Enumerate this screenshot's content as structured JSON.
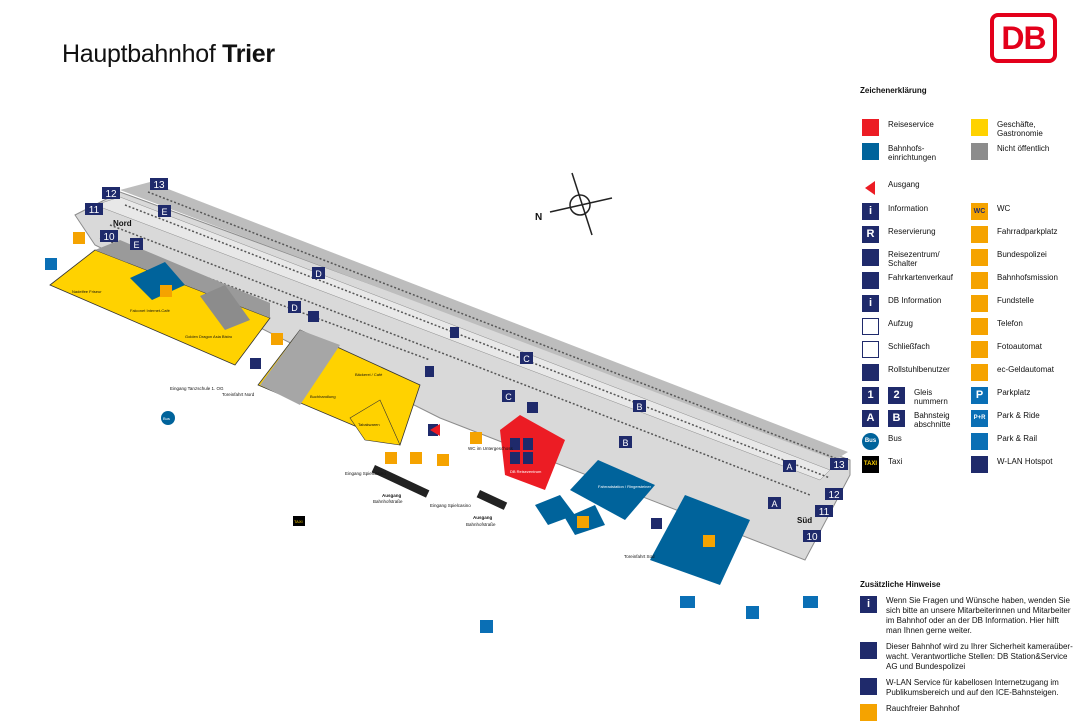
{
  "title": {
    "prefix": "Hauptbahnhof",
    "city": "Trier"
  },
  "logo": {
    "text": "DB"
  },
  "map": {
    "compass_label": "N",
    "direction_north": "Nord",
    "direction_south": "Süd",
    "tracks": [
      "13",
      "12",
      "11",
      "10"
    ],
    "platform_sections": [
      "E",
      "E",
      "D",
      "D",
      "C",
      "C",
      "B",
      "B",
      "A",
      "A"
    ],
    "shops": {
      "nadelfee": "Nadelfee Friseur",
      "internet_cafe": "Falconet Internet-Café",
      "golden_dragon": "Golden Dragon Asia Bistro",
      "baeckerei": "Bäckerei / Café",
      "buchhandlung": "Buchhandlung",
      "tabakwaren": "Tabakwaren"
    },
    "labels": {
      "eingang_tanzschule": "Eingang Tanzschule 1. OG",
      "torein_nord": "Toreinfahrt Nord",
      "eingang_spielcasino_1": "Eingang Spielcasino",
      "ausgang_1_title": "Ausgang",
      "ausgang_1_sub": "Bahnhofstraße",
      "eingang_spielcasino_2": "Eingang Spielcasino",
      "ausgang_2_title": "Ausgang",
      "ausgang_2_sub": "Bahnhofstraße",
      "wc_label": "WC im Untergeschoss",
      "reisezentrum": "DB Reisezentrum",
      "fahrradstation": "Fahrradstation / Ringersteiner",
      "torein_sued": "Toreinfahrt Süd",
      "bus": "Bus",
      "taxi": "TAXI"
    },
    "colors": {
      "yellow": "#ffd200",
      "teal": "#00639b",
      "red": "#ec1c24",
      "grey": "#8c8c8c",
      "floor": "#d9d9d9",
      "navy": "#1f2a6b"
    }
  },
  "legend": {
    "title": "Zeichenerklärung",
    "categories": [
      {
        "label": "Reiseservice",
        "color": "#ec1c24"
      },
      {
        "label": "Geschäfte, Gastronomie",
        "color": "#ffd200"
      },
      {
        "label": "Bahnhofs- einrichtungen",
        "color": "#00639b"
      },
      {
        "label": "Nicht öffentlich",
        "color": "#8c8c8c"
      }
    ],
    "ausgang": "Ausgang",
    "left_items": [
      {
        "icon": "information-icon",
        "label": "Information"
      },
      {
        "icon": "reservation-icon",
        "label": "Reservierung"
      },
      {
        "icon": "travel-center-icon",
        "label": "Reisezentrum/ Schalter"
      },
      {
        "icon": "ticket-machine-icon",
        "label": "Fahrkartenverkauf"
      },
      {
        "icon": "db-information-icon",
        "label": "DB Information"
      },
      {
        "icon": "elevator-icon",
        "label": "Aufzug"
      },
      {
        "icon": "locker-icon",
        "label": "Schließfach"
      },
      {
        "icon": "wheelchair-icon",
        "label": "Rollstuhlbenutzer"
      },
      {
        "icon": "track-number-icon",
        "label": "Gleis nummern"
      },
      {
        "icon": "platform-section-icon",
        "label": "Bahnsteig abschnitte"
      },
      {
        "icon": "bus-icon",
        "label": "Bus"
      },
      {
        "icon": "taxi-icon",
        "label": "Taxi"
      }
    ],
    "right_items": [
      {
        "icon": "wc-icon",
        "label": "WC"
      },
      {
        "icon": "bike-parking-icon",
        "label": "Fahrradparkplatz"
      },
      {
        "icon": "police-icon",
        "label": "Bundespolizei"
      },
      {
        "icon": "mission-icon",
        "label": "Bahnhofsmission"
      },
      {
        "icon": "lost-found-icon",
        "label": "Fundstelle"
      },
      {
        "icon": "telephone-icon",
        "label": "Telefon"
      },
      {
        "icon": "photo-booth-icon",
        "label": "Fotoautomat"
      },
      {
        "icon": "atm-icon",
        "label": "ec-Geldautomat"
      },
      {
        "icon": "parking-icon",
        "label": "Parkplatz"
      },
      {
        "icon": "park-ride-icon",
        "label": "Park & Ride"
      },
      {
        "icon": "park-rail-icon",
        "label": "Park & Rail"
      },
      {
        "icon": "wlan-icon",
        "label": "W-LAN Hotspot"
      }
    ],
    "symbol_text": {
      "i": "i",
      "r": "R",
      "one": "1",
      "two": "2",
      "a": "A",
      "b": "B",
      "p": "P",
      "pr": "P+R",
      "bus": "Bus",
      "taxi": "TAXI",
      "wc": "WC"
    }
  },
  "hints": {
    "title": "Zusätzliche Hinweise",
    "items": [
      {
        "icon": "information-icon",
        "text": "Wenn Sie Fragen und Wünsche haben, wenden Sie sich bitte an unsere Mitarbeiterinnen und Mitarbeiter im Bahnhof oder an der DB Information. Hier hilft man Ihnen gerne weiter."
      },
      {
        "icon": "camera-icon",
        "text": "Dieser Bahnhof wird zu Ihrer Sicherheit kameraüber-wacht. Verantwortliche Stellen: DB Station&Service AG und Bundespolizei"
      },
      {
        "icon": "wlan-icon",
        "text": "W-LAN Service für kabellosen Internetzugang im Publikumsbereich und auf den ICE-Bahnsteigen."
      },
      {
        "icon": "no-smoking-icon",
        "text": "Rauchfreier Bahnhof"
      }
    ]
  }
}
